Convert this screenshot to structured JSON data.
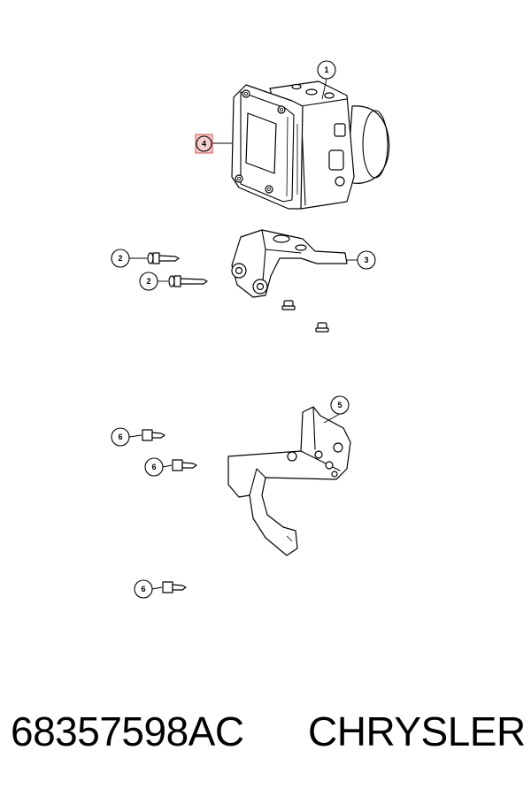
{
  "callouts": {
    "c1": "1",
    "c2a": "2",
    "c2b": "2",
    "c3": "3",
    "c4": "4",
    "c5": "5",
    "c6a": "6",
    "c6b": "6",
    "c6c": "6"
  },
  "colors": {
    "highlight_fill": "#f4c7c7",
    "highlight_stroke": "#d9534f",
    "line": "#000000"
  },
  "footer": {
    "part_number": "68357598AC",
    "brand": "CHRYSLER"
  }
}
